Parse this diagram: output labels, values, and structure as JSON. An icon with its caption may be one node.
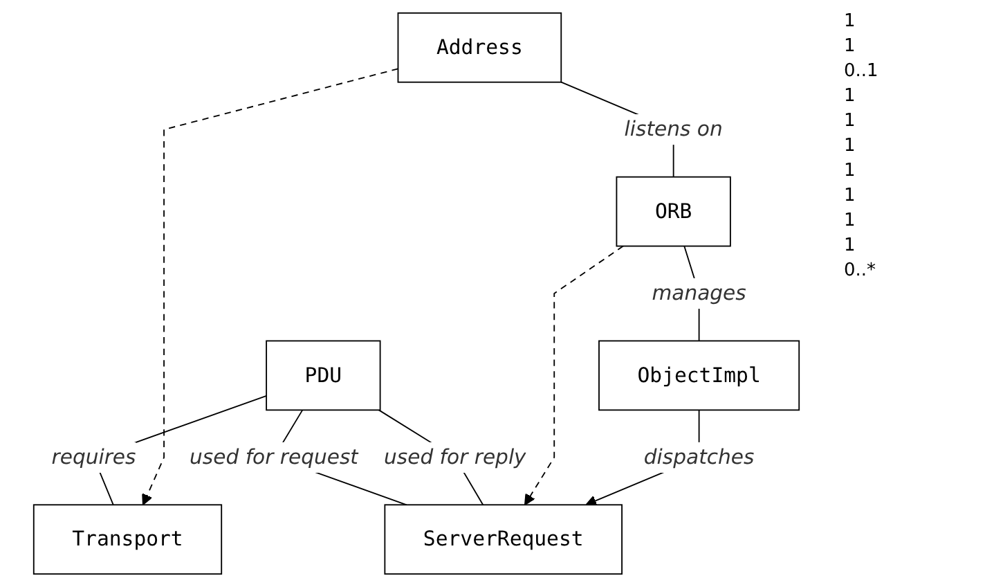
{
  "diagram": {
    "nodes": [
      {
        "text": [
          "PDU"
        ]
      },
      {
        "text": [
          "ServerRequest"
        ]
      },
      {
        "text": [
          "Transport"
        ]
      },
      {
        "text": [
          "Address"
        ]
      },
      {
        "text": [
          "ORB"
        ]
      },
      {
        "text": [
          "ObjectImpl"
        ]
      }
    ],
    "edges": [
      {
        "from": 0,
        "to": 1,
        "arrow": "none",
        "label": "used for request"
      },
      {
        "from": 0,
        "to": 1,
        "arrow": "none",
        "label": "used for reply"
      },
      {
        "from": 0,
        "to": 2,
        "arrow": "none",
        "label": "requires"
      },
      {
        "from": 3,
        "to": 2,
        "arrow": "to",
        "style": "dashed"
      },
      {
        "from": 4,
        "to": 1,
        "arrow": "to",
        "style": "dashed"
      },
      {
        "from": 5,
        "to": 1,
        "arrow": "to",
        "label": "dispatches"
      },
      {
        "from": 3,
        "to": 4,
        "arrow": "none",
        "label": "listens on"
      },
      {
        "from": 4,
        "to": 5,
        "arrow": "none",
        "label": "manages"
      }
    ],
    "labels": [
      "1",
      "1",
      "0..1",
      "1",
      "1",
      "1",
      "1",
      "1",
      "1",
      "1",
      "0..*"
    ]
  }
}
